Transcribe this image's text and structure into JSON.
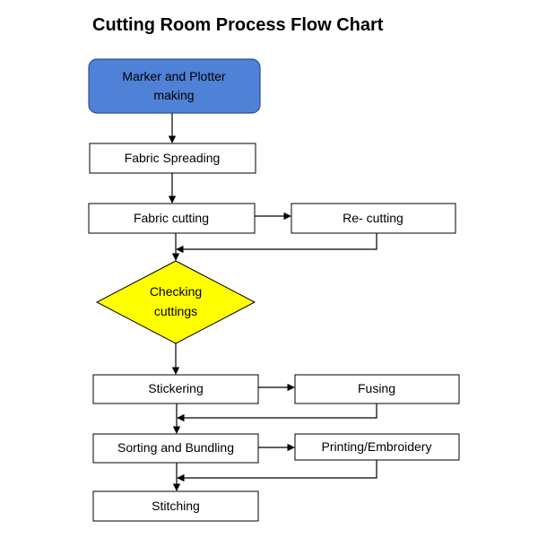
{
  "title": "Cutting Room Process Flow Chart",
  "colors": {
    "start_fill": "#4F81D6",
    "decision_fill": "#FFFF00",
    "line": "#000000"
  },
  "nodes": {
    "marker": {
      "line1": "Marker and Plotter",
      "line2": "making"
    },
    "spreading": "Fabric Spreading",
    "cutting": "Fabric cutting",
    "recutting": "Re- cutting",
    "checking": {
      "line1": "Checking",
      "line2": "cuttings"
    },
    "stickering": "Stickering",
    "fusing": "Fusing",
    "sorting": "Sorting and Bundling",
    "printing": "Printing/Embroidery",
    "stitching": "Stitching"
  }
}
